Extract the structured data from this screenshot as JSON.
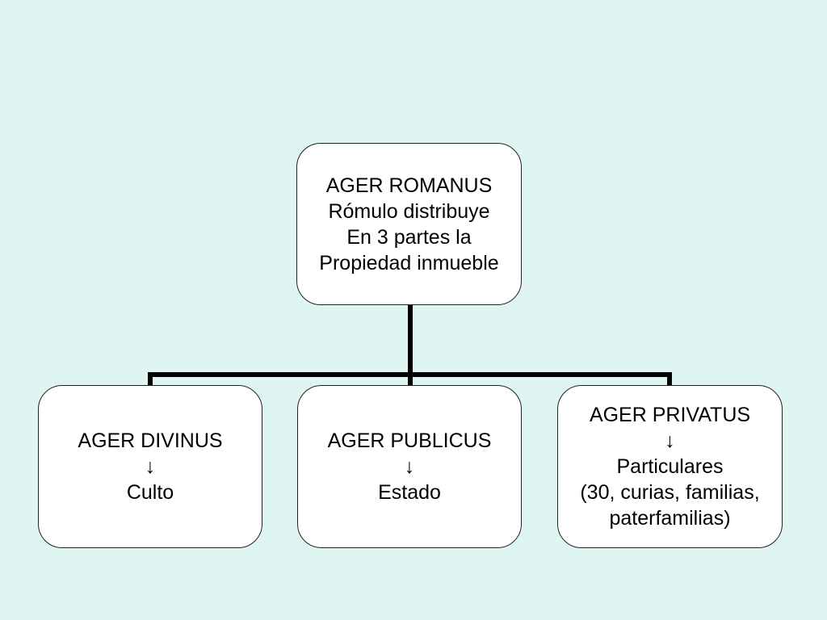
{
  "diagram": {
    "colors": {
      "background": "#dff5f2",
      "box_fill": "#ffffff",
      "box_border": "#222222",
      "connector": "#000000",
      "text": "#000000"
    },
    "root": {
      "lines": [
        "AGER ROMANUS",
        "Rómulo distribuye",
        "En 3 partes la",
        "Propiedad inmueble"
      ]
    },
    "children": [
      {
        "lines": [
          "AGER DIVINUS",
          "↓",
          "Culto"
        ]
      },
      {
        "lines": [
          "AGER PUBLICUS",
          "↓",
          "Estado"
        ]
      },
      {
        "lines": [
          "AGER PRIVATUS",
          "↓",
          "Particulares",
          "(30, curias, familias,",
          "paterfamilias)"
        ]
      }
    ]
  }
}
